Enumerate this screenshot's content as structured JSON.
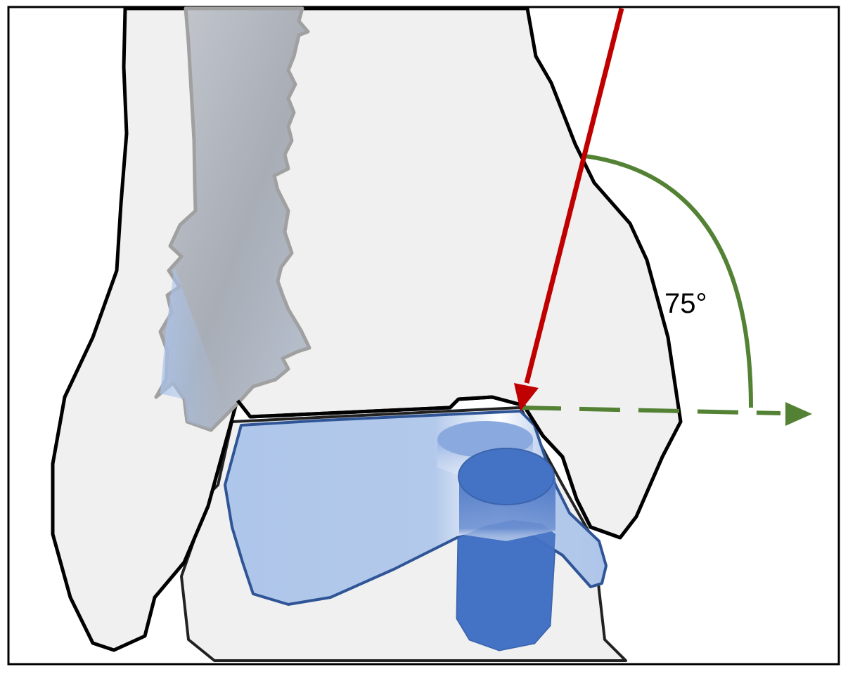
{
  "diagram": {
    "angle_label": "75°"
  },
  "colors": {
    "bone_fill": "#f0f0f0",
    "bone_outline": "#000000",
    "fibula_fill": "#b4b9c2",
    "implant_light": "#aec6ea",
    "implant_dark": "#4472c4",
    "implant_outline": "#2f5597",
    "screw_direction_arrow": "#c00000",
    "reference_line": "#548235"
  },
  "elements": {
    "tibia": "bone",
    "fibula": "bone",
    "talus": "bone",
    "implant_tray": "implant",
    "implant_stem": "implant",
    "screw_direction_arrow": "arrow",
    "horizontal_reference_line": "dashed-arrow",
    "angle_arc": "arc"
  }
}
